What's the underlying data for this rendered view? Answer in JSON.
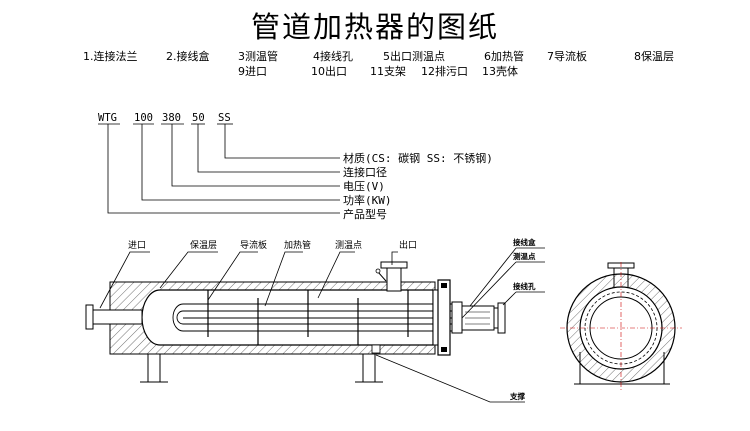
{
  "title": "管道加热器的图纸",
  "legend": [
    "1.连接法兰",
    "2.接线盒",
    "3测温管",
    "4接线孔",
    "5出口测温点",
    "6加热管",
    "7导流板",
    "8保温层",
    "9进口",
    "10出口",
    "11支架",
    "12排污口",
    "13壳体"
  ],
  "model_code": {
    "segments": [
      "WTG",
      "100",
      "380",
      "50",
      "SS"
    ],
    "fields": [
      "材质(CS: 碳钢   SS: 不锈钢)",
      "连接口径",
      "电压(V)",
      "功率(KW)",
      "产品型号"
    ]
  },
  "part_labels": {
    "inlet": "进口",
    "insulation": "保温层",
    "baffle": "导流板",
    "heater_tube": "加热管",
    "temp_point": "测温点",
    "outlet": "出口",
    "junction_box": "接线盒",
    "temp_probe": "测温点",
    "wiring_hole": "接线孔",
    "support": "支撑"
  }
}
